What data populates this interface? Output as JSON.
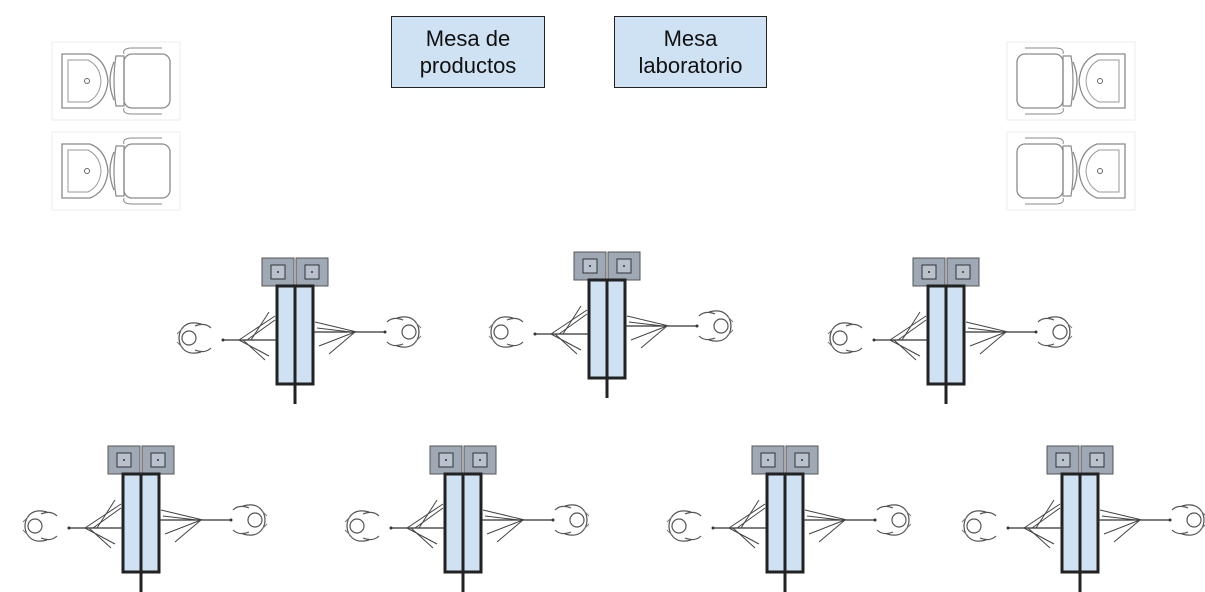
{
  "labels": {
    "products_table": [
      "Mesa de",
      "productos"
    ],
    "lab_table": [
      "Mesa",
      "laboratorio"
    ]
  },
  "colors": {
    "table_fill": "#cfe2f3",
    "console_fill": "#9fa8b5",
    "line": "#222222",
    "chair_line": "#8a8a8a"
  },
  "icons": {
    "chair": "wash-chair-icon",
    "station": "styling-station-icon",
    "person": "stylist-figure-icon"
  }
}
